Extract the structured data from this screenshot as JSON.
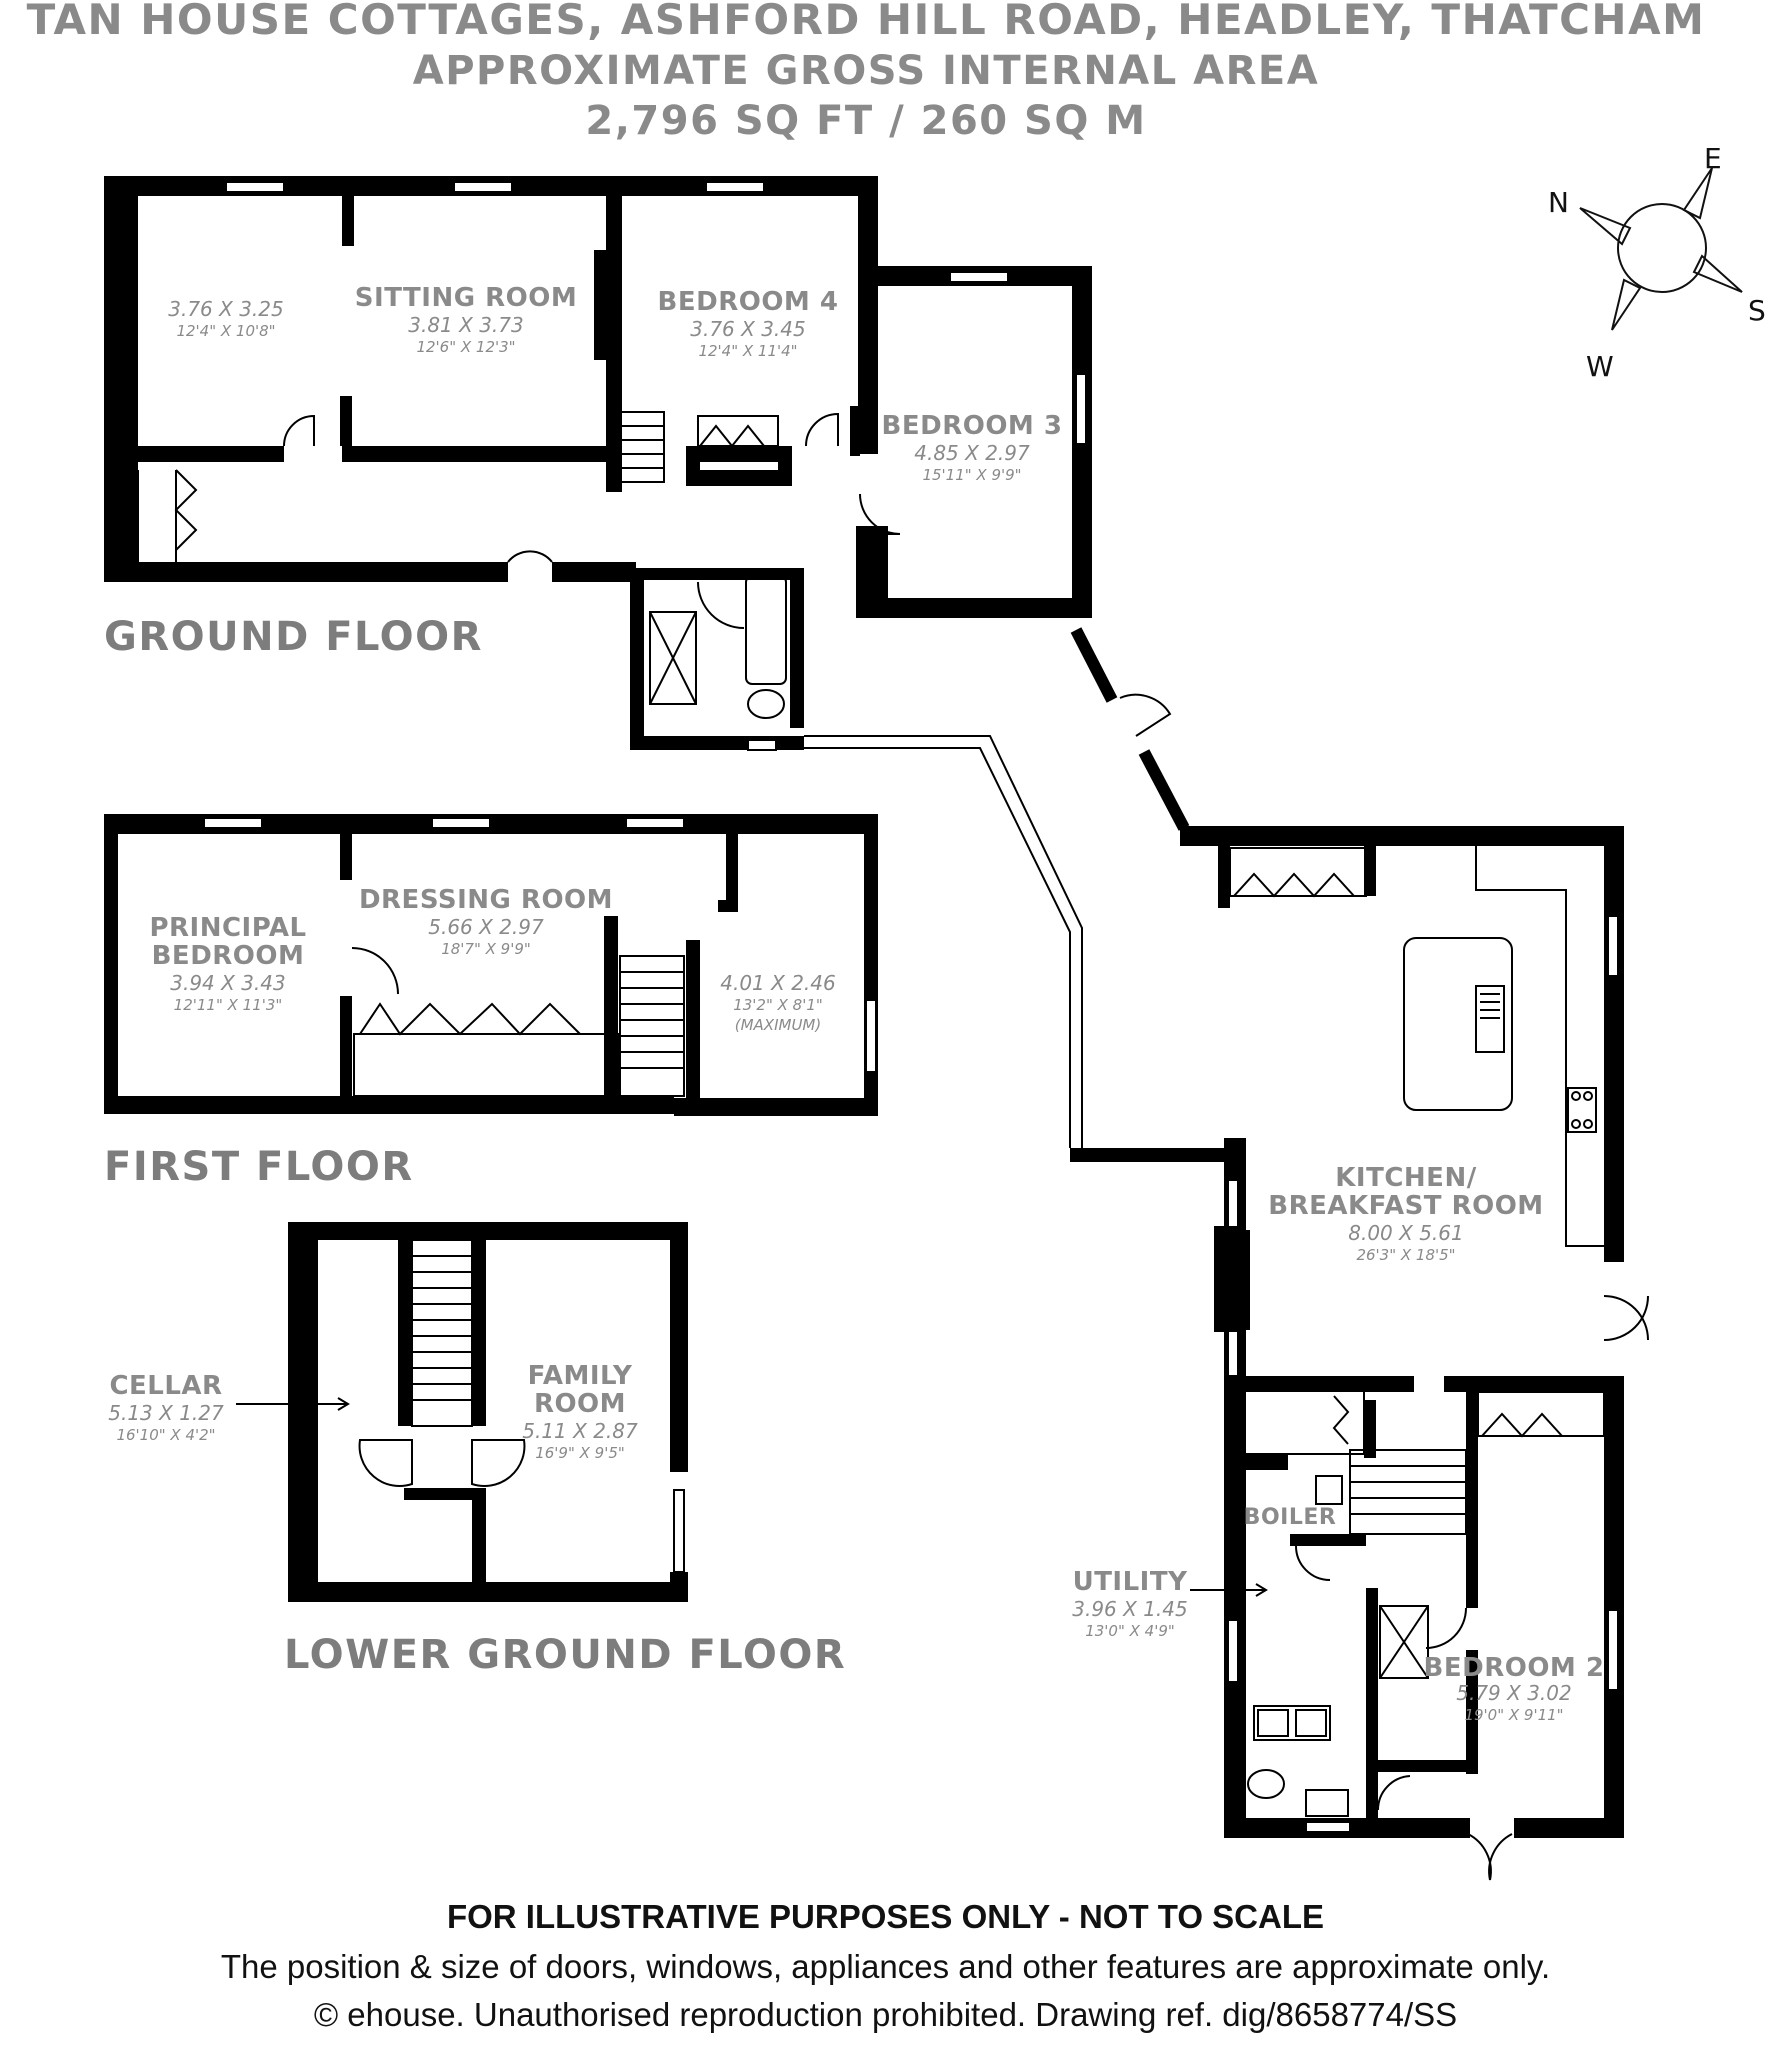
{
  "header": {
    "address": "TAN HOUSE COTTAGES, ASHFORD HILL ROAD, HEADLEY, THATCHAM",
    "area_caption": "APPROXIMATE GROSS INTERNAL AREA",
    "area_value": "2,796 SQ FT / 260 SQ M"
  },
  "compass": {
    "n": "N",
    "e": "E",
    "s": "S",
    "w": "W"
  },
  "floors": {
    "ground": "GROUND FLOOR",
    "first": "FIRST FLOOR",
    "lower": "LOWER GROUND FLOOR"
  },
  "rooms": {
    "ground_room1": {
      "metric": "3.76 X 3.25",
      "imperial": "12'4\" X 10'8\""
    },
    "sitting_room": {
      "name": "SITTING ROOM",
      "metric": "3.81 X 3.73",
      "imperial": "12'6\" X 12'3\""
    },
    "bedroom4": {
      "name": "BEDROOM 4",
      "metric": "3.76 X 3.45",
      "imperial": "12'4\" X 11'4\""
    },
    "bedroom3": {
      "name": "BEDROOM 3",
      "metric": "4.85 X 2.97",
      "imperial": "15'11\" X 9'9\""
    },
    "principal_bedroom": {
      "name_line1": "PRINCIPAL",
      "name_line2": "BEDROOM",
      "metric": "3.94 X 3.43",
      "imperial": "12'11\" X 11'3\""
    },
    "dressing_room": {
      "name": "DRESSING ROOM",
      "metric": "5.66 X 2.97",
      "imperial": "18'7\" X 9'9\""
    },
    "first_room3": {
      "metric": "4.01 X 2.46",
      "imperial": "13'2\" X 8'1\"",
      "note": "(MAXIMUM)"
    },
    "cellar": {
      "name": "CELLAR",
      "metric": "5.13 X 1.27",
      "imperial": "16'10\" X 4'2\""
    },
    "family_room": {
      "name_line1": "FAMILY",
      "name_line2": "ROOM",
      "metric": "5.11 X 2.87",
      "imperial": "16'9\" X 9'5\""
    },
    "kitchen": {
      "name_line1": "KITCHEN/",
      "name_line2": "BREAKFAST ROOM",
      "metric": "8.00 X 5.61",
      "imperial": "26'3\" X 18'5\""
    },
    "boiler": {
      "name": "BOILER"
    },
    "utility": {
      "name": "UTILITY",
      "metric": "3.96 X 1.45",
      "imperial": "13'0\" X 4'9\""
    },
    "bedroom2": {
      "name": "BEDROOM 2",
      "metric": "5.79 X 3.02",
      "imperial": "19'0\" X 9'11\""
    }
  },
  "footer": {
    "title": "FOR ILLUSTRATIVE PURPOSES ONLY - NOT TO SCALE",
    "line1": "The position & size of doors, windows, appliances and other features are approximate only.",
    "line2": "© ehouse. Unauthorised reproduction prohibited. Drawing ref. dig/8658774/SS"
  }
}
